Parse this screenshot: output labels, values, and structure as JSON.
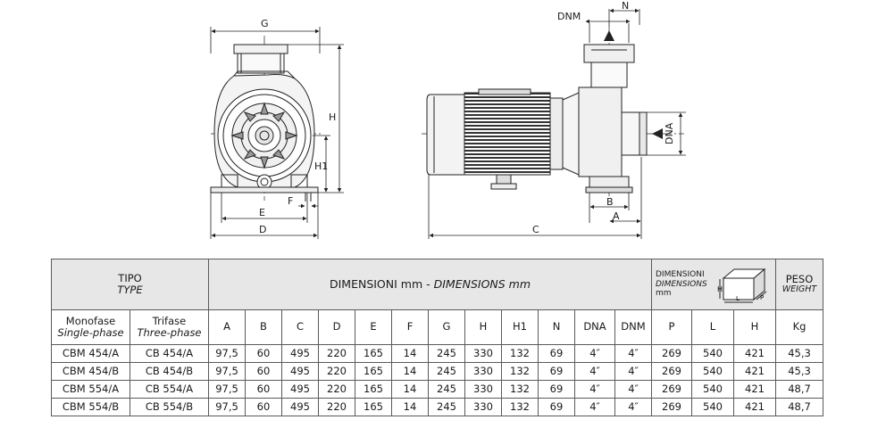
{
  "drawing_labels": {
    "front": {
      "G": "G",
      "H": "H",
      "H1": "H1",
      "E": "E",
      "F": "F",
      "D": "D"
    },
    "side": {
      "DNM": "DNM",
      "N": "N",
      "DNA": "DNA",
      "B": "B",
      "A": "A",
      "C": "C"
    }
  },
  "table": {
    "tipo": "TIPO",
    "type": "TYPE",
    "dimensions_it": "DIMENSIONI mm - ",
    "dimensions_en": "DIMENSIONS mm",
    "packaging_it": "DIMENSIONI",
    "packaging_en": "DIMENSIONS",
    "packaging_unit": "mm",
    "packaging_icon_labels": {
      "H": "H",
      "L": "L",
      "P": "P"
    },
    "peso": "PESO",
    "weight": "WEIGHT",
    "monofase": "Monofase",
    "single_phase": "Single-phase",
    "trifase": "Trifase",
    "three_phase": "Three-phase",
    "columns": [
      "A",
      "B",
      "C",
      "D",
      "E",
      "F",
      "G",
      "H",
      "H1",
      "N",
      "DNA",
      "DNM"
    ],
    "pack_columns": [
      "P",
      "L",
      "H"
    ],
    "weight_unit": "Kg",
    "rows": [
      {
        "mono": "CBM 454/A",
        "tri": "CB 454/A",
        "dims": [
          "97,5",
          "60",
          "495",
          "220",
          "165",
          "14",
          "245",
          "330",
          "132",
          "69",
          "4″",
          "4″"
        ],
        "pack": [
          "269",
          "540",
          "421"
        ],
        "kg": "45,3"
      },
      {
        "mono": "CBM 454/B",
        "tri": "CB 454/B",
        "dims": [
          "97,5",
          "60",
          "495",
          "220",
          "165",
          "14",
          "245",
          "330",
          "132",
          "69",
          "4″",
          "4″"
        ],
        "pack": [
          "269",
          "540",
          "421"
        ],
        "kg": "45,3"
      },
      {
        "mono": "CBM 554/A",
        "tri": "CB 554/A",
        "dims": [
          "97,5",
          "60",
          "495",
          "220",
          "165",
          "14",
          "245",
          "330",
          "132",
          "69",
          "4″",
          "4″"
        ],
        "pack": [
          "269",
          "540",
          "421"
        ],
        "kg": "48,7"
      },
      {
        "mono": "CBM 554/B",
        "tri": "CB 554/B",
        "dims": [
          "97,5",
          "60",
          "495",
          "220",
          "165",
          "14",
          "245",
          "330",
          "132",
          "69",
          "4″",
          "4″"
        ],
        "pack": [
          "269",
          "540",
          "421"
        ],
        "kg": "48,7"
      }
    ]
  }
}
